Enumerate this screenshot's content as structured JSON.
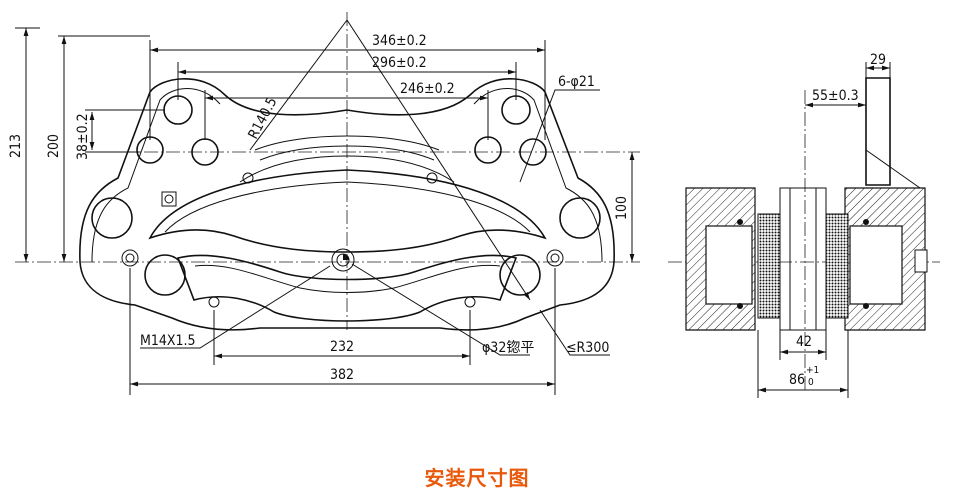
{
  "caption": "安装尺寸图",
  "front_view": {
    "dims": {
      "d346": "346±0.2",
      "d296": "296±0.2",
      "d246": "246±0.2",
      "holes": "6-φ21",
      "r1405": "R140.5",
      "d213": "213",
      "d200": "200",
      "d38": "38±0.2",
      "d100": "100",
      "thread": "M14X1.5",
      "d232": "232",
      "spot": "φ32锪平",
      "r300": "≤R300",
      "d382": "382"
    }
  },
  "side_view": {
    "dims": {
      "d29": "29",
      "d55": "55±0.3",
      "d42": "42",
      "d86": "86",
      "d86_tol": "+1",
      "d86_tol_low": "0"
    }
  }
}
